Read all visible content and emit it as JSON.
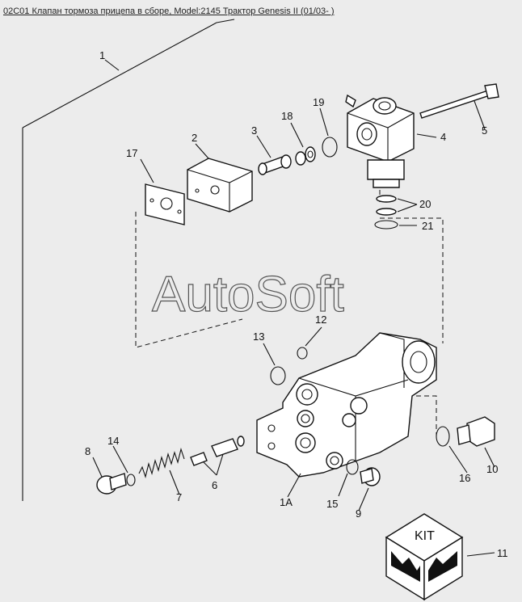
{
  "title": "02C01 Клапан тормоза прицепа в сборе, Model:2145 Трактор Genesis II (01/03- )",
  "watermark": "AutoSoft",
  "kit_label": "KIT",
  "callouts": [
    "1",
    "2",
    "3",
    "4",
    "5",
    "6",
    "7",
    "8",
    "9",
    "10",
    "11",
    "12",
    "13",
    "14",
    "15",
    "16",
    "17",
    "18",
    "19",
    "20",
    "21",
    "1A"
  ]
}
